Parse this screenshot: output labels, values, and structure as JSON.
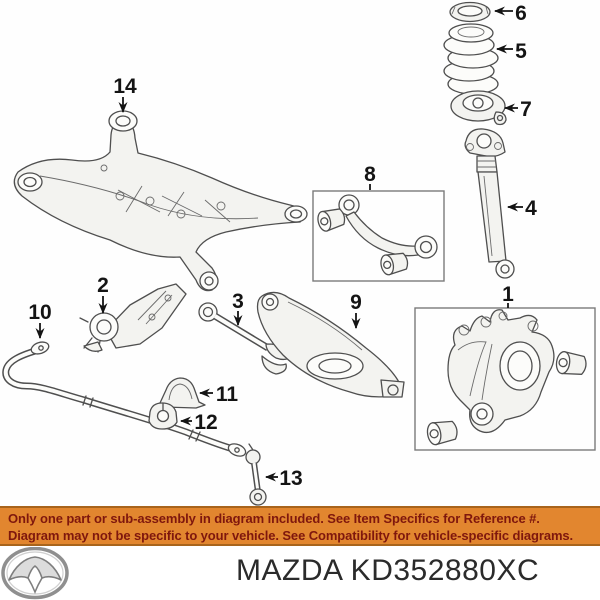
{
  "colors": {
    "background": "#fefefe",
    "line_art": "#4f4f4f",
    "callout_label": "#141414",
    "banner_background": "#e2862f",
    "banner_text": "#7f170d",
    "footer_text": "#2b2b2b"
  },
  "diagram": {
    "callouts": {
      "c1": "1",
      "c2": "2",
      "c3": "3",
      "c4": "4",
      "c5": "5",
      "c6": "6",
      "c7": "7",
      "c8": "8",
      "c9": "9",
      "c10": "10",
      "c11": "11",
      "c12": "12",
      "c13": "13",
      "c14": "14"
    }
  },
  "banner": {
    "line1": "Only one part or sub-assembly in diagram included. See Item Specifics for Reference #.",
    "line2": "Diagram may not be specific to your vehicle. See Compatibility for vehicle-specific diagrams."
  },
  "footer": {
    "label": "MAZDA KD352880XC",
    "logo": "mazda-logo"
  }
}
